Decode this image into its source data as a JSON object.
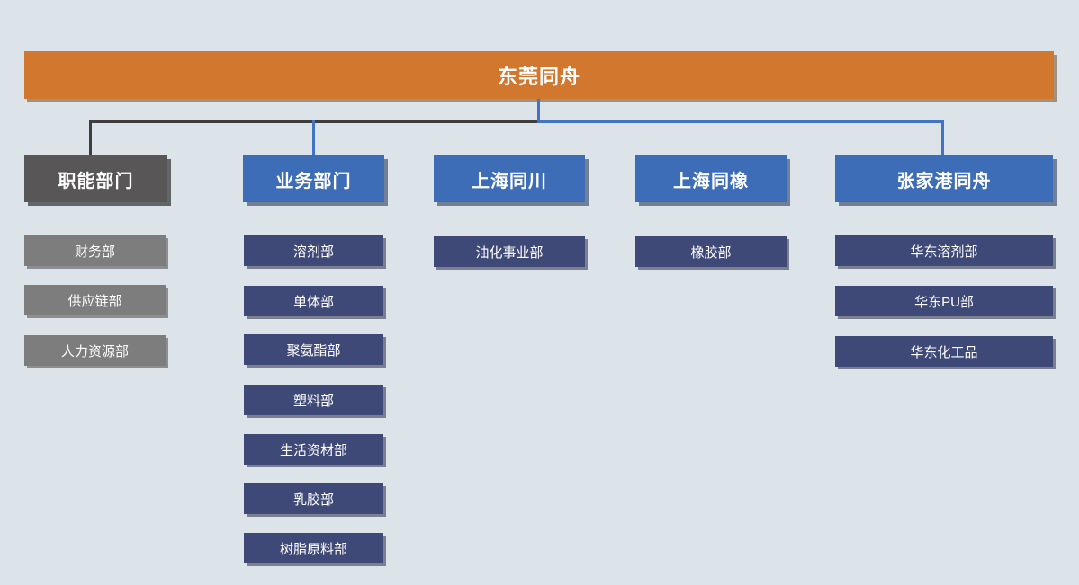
{
  "root": {
    "label": "东莞同舟"
  },
  "branches": [
    {
      "label": "职能部门",
      "children": [
        "财务部",
        "供应链部",
        "人力资源部"
      ]
    },
    {
      "label": "业务部门",
      "children": [
        "溶剂部",
        "单体部",
        "聚氨酯部",
        "塑料部",
        "生活资材部",
        "乳胶部",
        "树脂原料部"
      ]
    },
    {
      "label": "上海同川",
      "children": [
        "油化事业部"
      ]
    },
    {
      "label": "上海同橡",
      "children": [
        "橡胶部"
      ]
    },
    {
      "label": "张家港同舟",
      "children": [
        "华东溶剂部",
        "华东PU部",
        "华东化工品"
      ]
    }
  ],
  "colors": {
    "background": "#dce3e9",
    "root_orange": "#d2772e",
    "header_blue": "#3d6db6",
    "header_gray": "#585656",
    "child_navy": "#3f4977",
    "child_gray": "#7d7d7d",
    "connector_blue": "#4374c4",
    "connector_dark": "#3e3e3e"
  }
}
